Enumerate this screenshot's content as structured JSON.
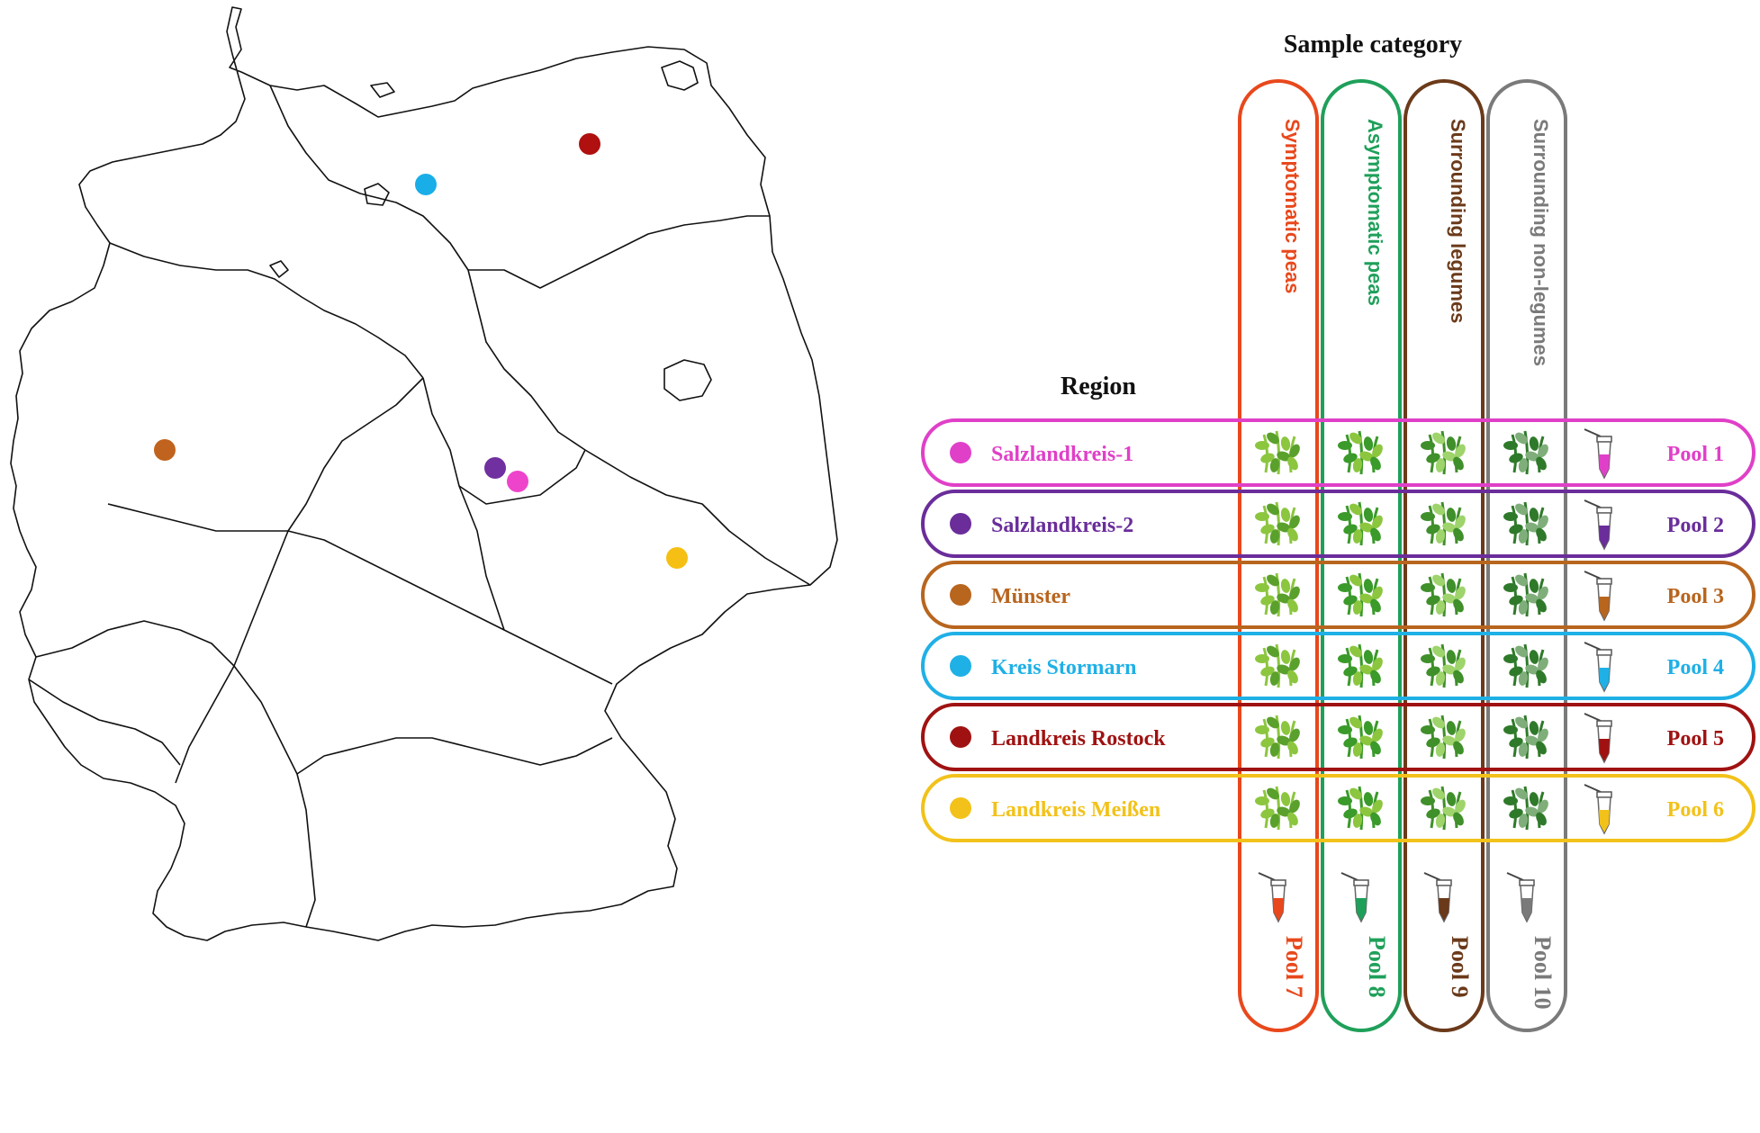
{
  "map": {
    "markers": [
      {
        "region": "Salzlandkreis-1",
        "color": "#ee44cc"
      },
      {
        "region": "Salzlandkreis-2",
        "color": "#7030a0"
      },
      {
        "region": "Münster",
        "color": "#c0631e"
      },
      {
        "region": "Kreis Stormarn",
        "color": "#1aaee8"
      },
      {
        "region": "Landkreis Rostock",
        "color": "#b01010"
      },
      {
        "region": "Landkreis Meißen",
        "color": "#f5bf14"
      }
    ]
  },
  "matrix": {
    "sample_category_title": "Sample category",
    "region_title": "Region",
    "categories": [
      {
        "label": "Symptomatic peas",
        "pool": "Pool 7",
        "color": "#e8481c",
        "icon": "pea-plant-symptomatic-icon"
      },
      {
        "label": "Asymptomatic peas",
        "pool": "Pool 8",
        "color": "#1fa05a",
        "icon": "pea-plant-asymptomatic-icon"
      },
      {
        "label": "Surrounding legumes",
        "pool": "Pool 9",
        "color": "#6b3a1a",
        "icon": "legume-plant-icon"
      },
      {
        "label": "Surrounding non-legumes",
        "pool": "Pool 10",
        "color": "#7a7a7a",
        "icon": "non-legume-plant-icon"
      }
    ],
    "regions": [
      {
        "label": "Salzlandkreis-1",
        "pool": "Pool 1",
        "color": "#e040c8"
      },
      {
        "label": "Salzlandkreis-2",
        "pool": "Pool 2",
        "color": "#6a2d9a"
      },
      {
        "label": "Münster",
        "pool": "Pool 3",
        "color": "#b8651e"
      },
      {
        "label": "Kreis Stormarn",
        "pool": "Pool 4",
        "color": "#1fb0e6"
      },
      {
        "label": "Landkreis Rostock",
        "pool": "Pool 5",
        "color": "#a01212"
      },
      {
        "label": "Landkreis Meißen",
        "pool": "Pool 6",
        "color": "#f2c21a"
      }
    ],
    "tube_icon": "sample-tube-icon"
  }
}
